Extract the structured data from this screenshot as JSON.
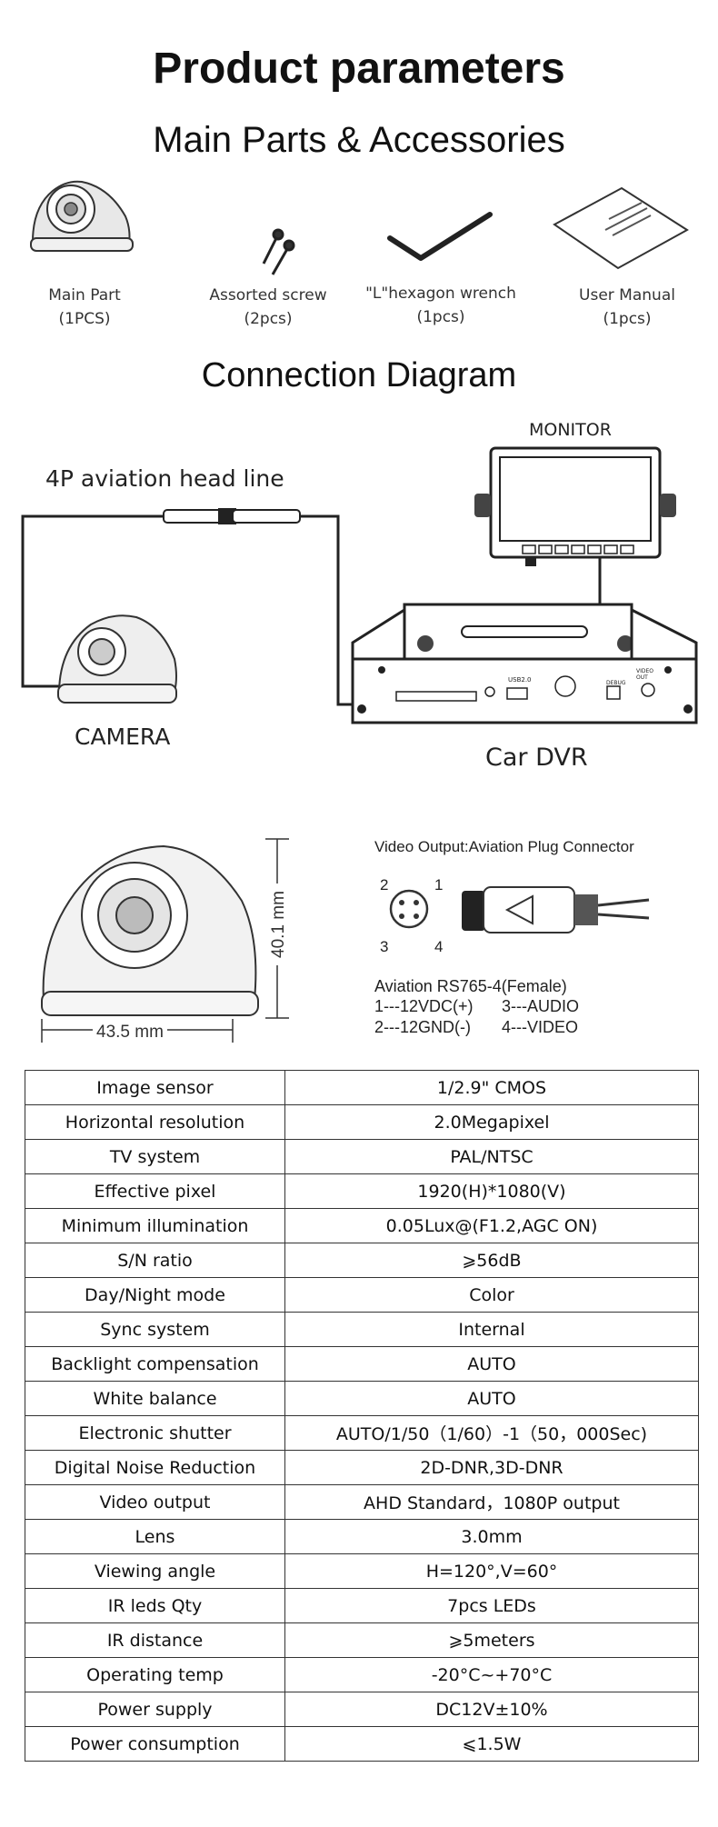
{
  "header": {
    "title": "Product parameters",
    "subtitle": "Main Parts & Accessories"
  },
  "accessories": [
    {
      "name": "Main Part",
      "qty": "(1PCS)",
      "icon": "dome-camera-icon"
    },
    {
      "name": "Assorted screw",
      "qty": "(2pcs)",
      "icon": "screw-icon"
    },
    {
      "name": "\"L\"hexagon wrench",
      "qty": "(1pcs)",
      "icon": "hex-wrench-icon"
    },
    {
      "name": "User Manual",
      "qty": "(1pcs)",
      "icon": "manual-icon"
    }
  ],
  "connection": {
    "title": "Connection Diagram",
    "cable_label": "4P aviation head line",
    "monitor_label": "MONITOR",
    "camera_label": "CAMERA",
    "dvr_label": "Car DVR",
    "dvr_usb_label": "USB2.0",
    "dvr_debug_label": "DEBUG",
    "dvr_video_out_label": "VIDEO OUT"
  },
  "dimensions": {
    "width": "43.5 mm",
    "height": "40.1 mm"
  },
  "connector": {
    "title": "Video Output:Aviation Plug Connector",
    "pin_numbers": [
      "2",
      "1",
      "3",
      "4"
    ],
    "model": "Aviation RS765-4(Female)",
    "pins": [
      "1---12VDC(+)",
      "3---AUDIO",
      "2---12GND(-)",
      "4---VIDEO"
    ]
  },
  "specs": [
    {
      "name": "Image sensor",
      "value": "1/2.9\" CMOS"
    },
    {
      "name": "Horizontal resolution",
      "value": "2.0Megapixel"
    },
    {
      "name": "TV system",
      "value": "PAL/NTSC"
    },
    {
      "name": "Effective pixel",
      "value": "1920(H)*1080(V)"
    },
    {
      "name": "Minimum illumination",
      "value": "0.05Lux@(F1.2,AGC ON)"
    },
    {
      "name": "S/N ratio",
      "value": "⩾56dB"
    },
    {
      "name": "Day/Night mode",
      "value": "Color"
    },
    {
      "name": "Sync system",
      "value": "Internal"
    },
    {
      "name": "Backlight compensation",
      "value": "AUTO"
    },
    {
      "name": "White balance",
      "value": "AUTO"
    },
    {
      "name": "Electronic shutter",
      "value": "AUTO/1/50（1/60）-1（50，000Sec)"
    },
    {
      "name": "Digital Noise Reduction",
      "value": "2D-DNR,3D-DNR"
    },
    {
      "name": "Video output",
      "value": "AHD Standard，1080P output"
    },
    {
      "name": "Lens",
      "value": "3.0mm"
    },
    {
      "name": "Viewing angle",
      "value": "H=120°,V=60°"
    },
    {
      "name": "IR leds Qty",
      "value": "7pcs LEDs"
    },
    {
      "name": "IR distance",
      "value": "⩾5meters"
    },
    {
      "name": "Operating temp",
      "value": "-20°C~+70°C"
    },
    {
      "name": "Power supply",
      "value": "DC12V±10%"
    },
    {
      "name": "Power consumption",
      "value": "⩽1.5W"
    }
  ]
}
